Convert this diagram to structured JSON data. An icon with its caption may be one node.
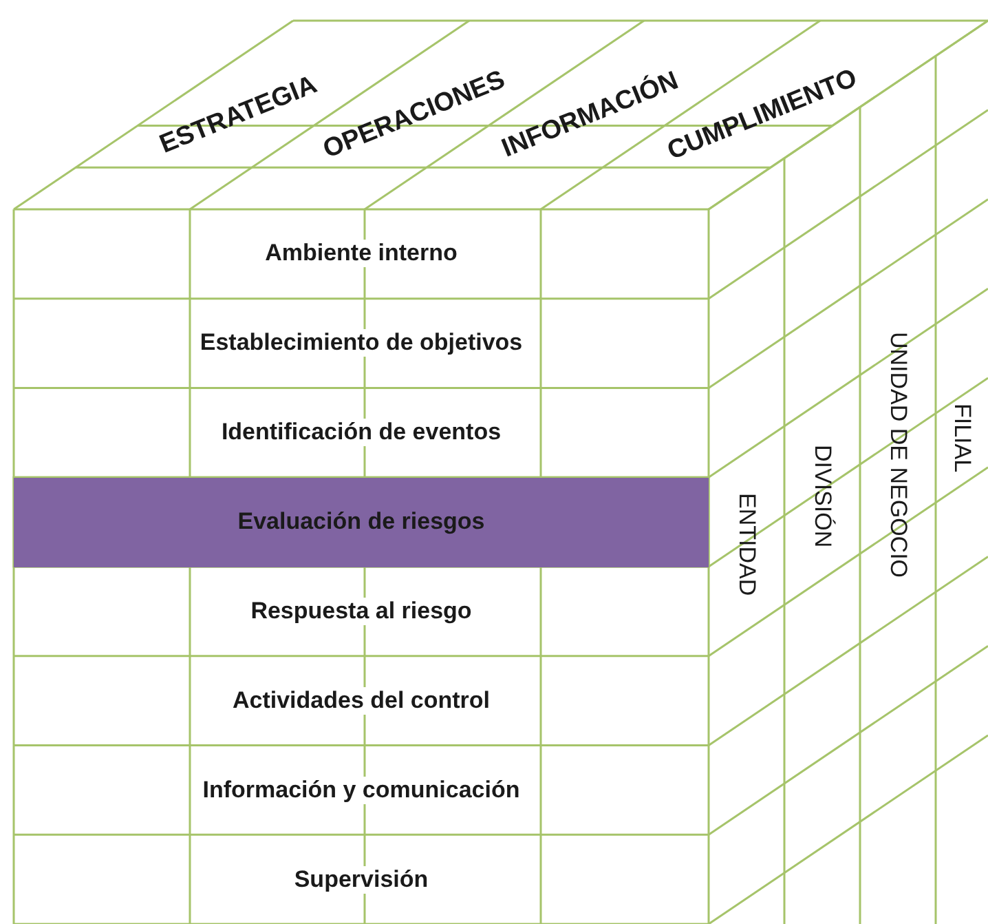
{
  "diagram": {
    "nodes": [
      {
        "text": [
          "ESTRATEGIA"
        ]
      },
      {
        "text": [
          "OPERACIONES"
        ]
      },
      {
        "text": [
          "INFORMACIÓN"
        ]
      },
      {
        "text": [
          "CUMPLIMIENTO"
        ]
      },
      {
        "text": [
          "Ambiente interno"
        ]
      },
      {
        "text": [
          "Establecimiento de objetivos"
        ]
      },
      {
        "text": [
          "Identificación de eventos"
        ]
      },
      {
        "text": [
          "Evaluación de riesgos"
        ]
      },
      {
        "text": [
          "Respuesta al riesgo"
        ]
      },
      {
        "text": [
          "Actividades del control"
        ]
      },
      {
        "text": [
          "Información y comunicación"
        ]
      },
      {
        "text": [
          "Supervisión"
        ]
      },
      {
        "text": [
          "ENTIDAD"
        ]
      },
      {
        "text": [
          "DIVISIÓN"
        ]
      },
      {
        "text": [
          "UNIDAD DE NEGOCIO"
        ]
      },
      {
        "text": [
          "FILIAL"
        ]
      }
    ],
    "edges": []
  }
}
